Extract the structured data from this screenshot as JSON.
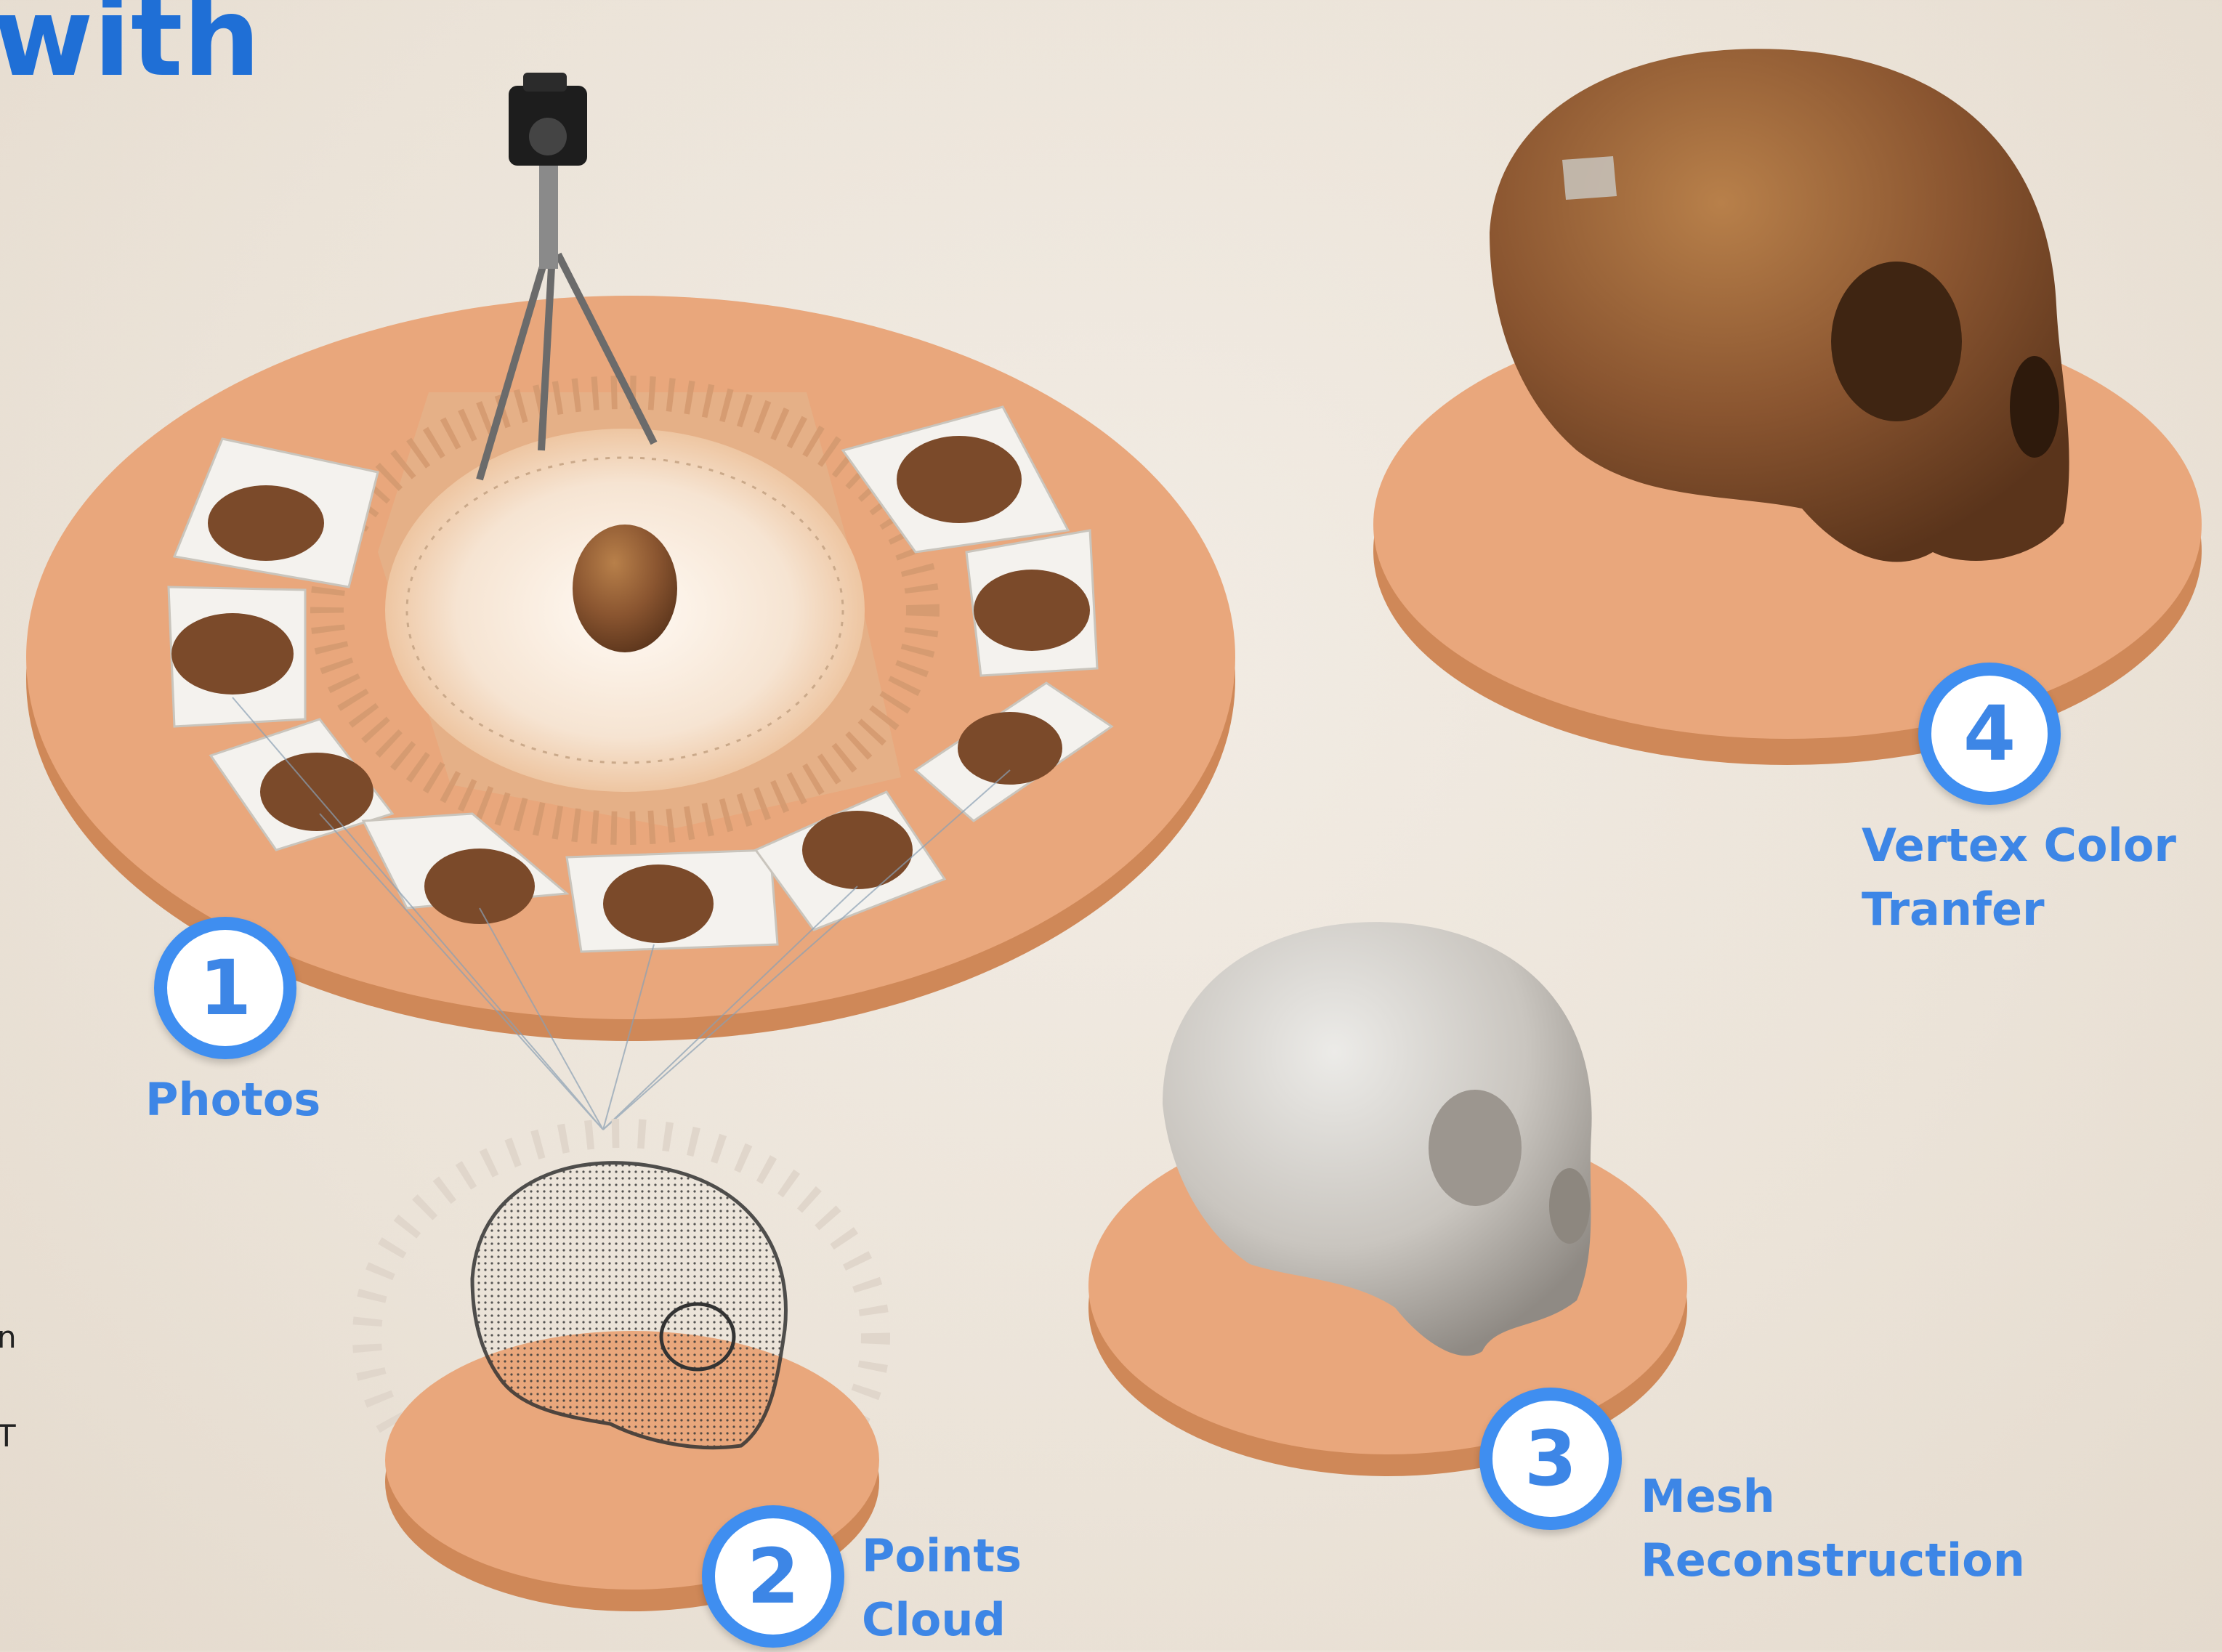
{
  "title_fragment": "with",
  "edge_text": [
    "n",
    "T"
  ],
  "steps": [
    {
      "number": "1",
      "label_lines": [
        "Photos"
      ]
    },
    {
      "number": "2",
      "label_lines": [
        "Points",
        "Cloud"
      ]
    },
    {
      "number": "3",
      "label_lines": [
        "Mesh",
        "Reconstruction"
      ]
    },
    {
      "number": "4",
      "label_lines": [
        "Vertex Color",
        "Tranfer"
      ]
    }
  ],
  "colors": {
    "accent_blue": "#3d86e6",
    "badge_ring": "#3f8ef0",
    "platform_top": "#e9a77c",
    "platform_side": "#d08859",
    "background": "#ece4d9",
    "skull_textured": "#8a5530",
    "skull_mesh": "#cfcac3",
    "point_cloud": "#333333"
  },
  "icons": [
    "camera-icon",
    "tripod-icon"
  ]
}
